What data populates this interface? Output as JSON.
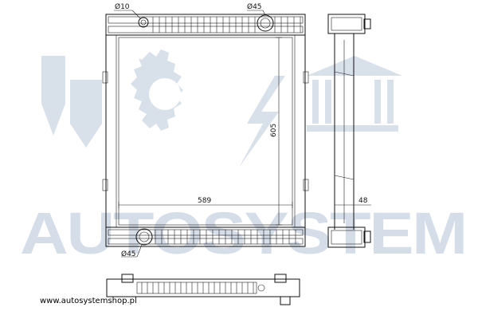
{
  "watermark": {
    "brand": "AUTOSYSTEM"
  },
  "website": "www.autosystemshop.pl",
  "dimensions": {
    "top_left_diameter": "Ø10",
    "top_right_diameter": "Ø45",
    "bottom_diameter": "Ø45",
    "core_height": "605",
    "core_width": "589",
    "side_thickness": "48"
  }
}
